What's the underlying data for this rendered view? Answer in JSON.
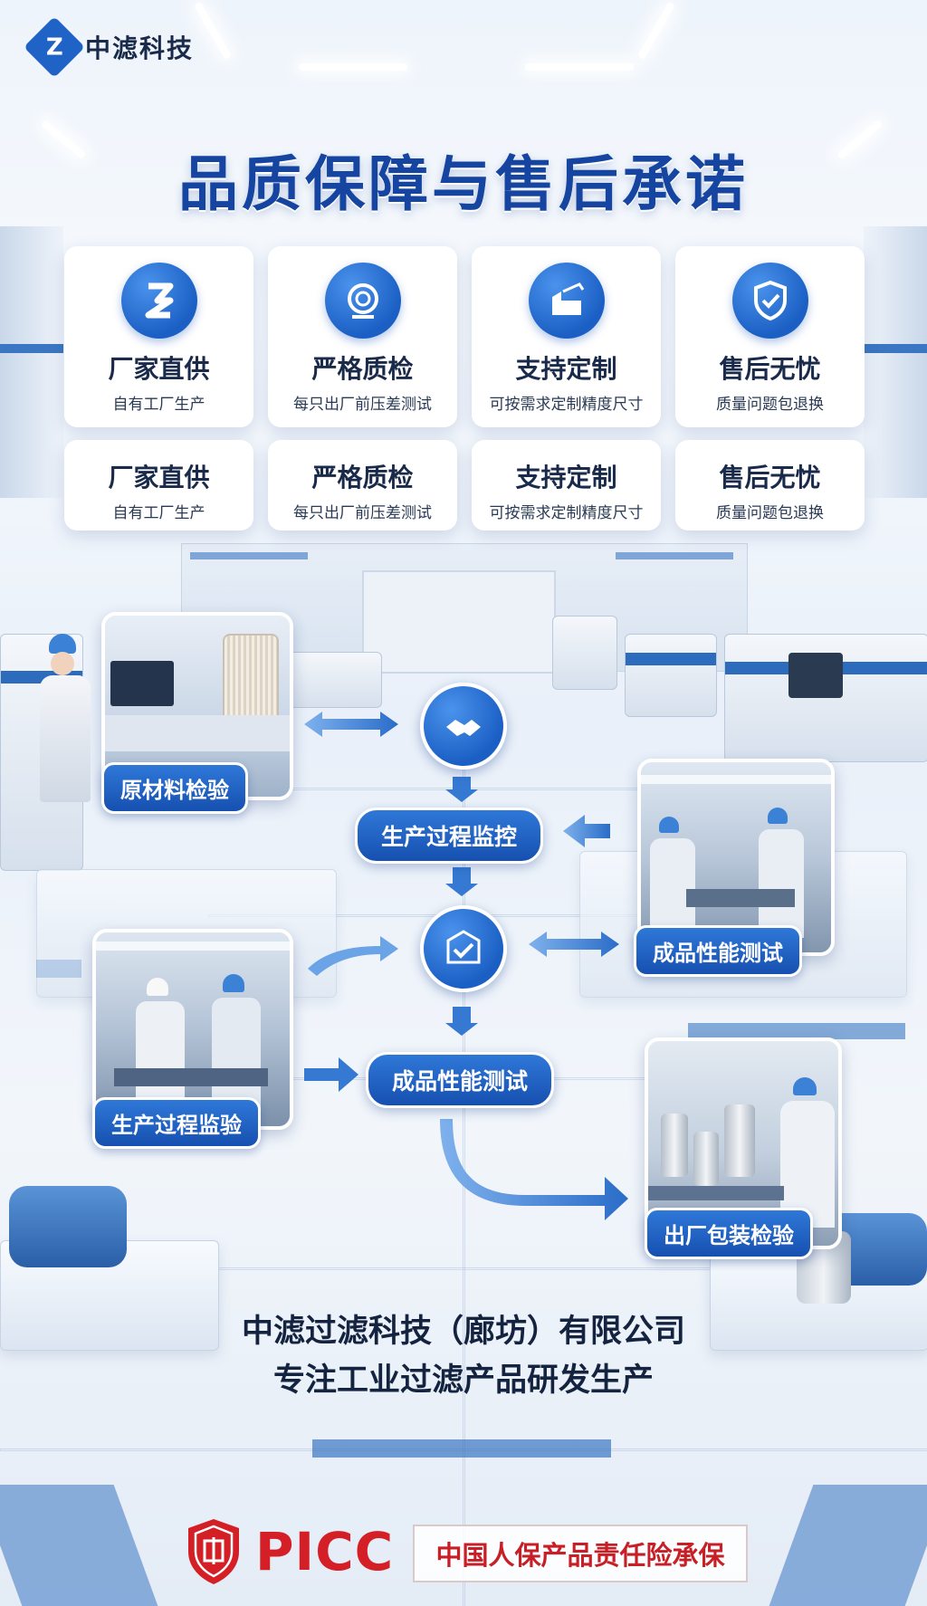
{
  "brand": {
    "logo_text": "中滤科技",
    "logo_icon": "filter-logo-icon"
  },
  "title": "品质保障与售后承诺",
  "features_row1": [
    {
      "title": "厂家直供",
      "subtitle": "自有工厂生产",
      "icon": "factory-logo-icon"
    },
    {
      "title": "严格质检",
      "subtitle": "每只出厂前压差测试",
      "icon": "inspection-target-icon"
    },
    {
      "title": "支持定制",
      "subtitle": "可按需求定制精度尺寸",
      "icon": "custom-factory-icon"
    },
    {
      "title": "售后无忧",
      "subtitle": "质量问题包退换",
      "icon": "shield-check-icon"
    }
  ],
  "features_row2": [
    {
      "title": "厂家直供",
      "subtitle": "自有工厂生产"
    },
    {
      "title": "严格质检",
      "subtitle": "每只出厂前压差测试"
    },
    {
      "title": "支持定制",
      "subtitle": "可按需求定制精度尺寸"
    },
    {
      "title": "售后无忧",
      "subtitle": "质量问题包退换"
    }
  ],
  "process": {
    "photo_labels": {
      "raw_material": "原材料检验",
      "performance_test": "成品性能测试",
      "process_inspection": "生产过程监验",
      "packaging": "出厂包装检验"
    },
    "steps": {
      "monitoring": "生产过程监控",
      "final_test": "成品性能测试"
    },
    "icons": [
      "handshake-icon",
      "quality-check-icon"
    ]
  },
  "company": {
    "name": "中滤过滤科技（廊坊）有限公司",
    "tagline": "专注工业过滤产品研发生产"
  },
  "insurance": {
    "brand": "PICC",
    "text": "中国人保产品责任险承保",
    "brand_color": "#d51f26"
  },
  "colors": {
    "primary": "#1b5fc4",
    "title": "#1545a0"
  }
}
